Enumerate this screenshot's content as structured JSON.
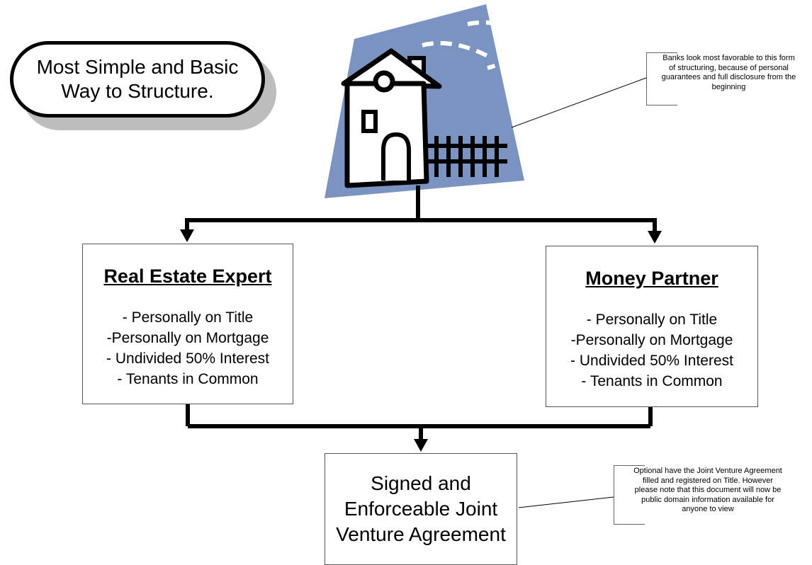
{
  "title": {
    "line1": "Most Simple and Basic",
    "line2": "Way to Structure."
  },
  "bank_note": {
    "line1": "Banks look most favorable to this form",
    "line2": "of structuring, because of personal",
    "line3": "guarantees and full disclosure from the",
    "line4": "beginning"
  },
  "expert_box": {
    "heading": "Real Estate Expert",
    "items": [
      "- Personally on Title",
      "-Personally on Mortgage",
      "- Undivided 50% Interest",
      "- Tenants in Common"
    ]
  },
  "money_box": {
    "heading": "Money Partner",
    "items": [
      "- Personally on Title",
      "-Personally on Mortgage",
      "- Undivided 50% Interest",
      "- Tenants in Common"
    ]
  },
  "agreement_box": {
    "line1": "Signed and",
    "line2": "Enforceable Joint",
    "line3": "Venture Agreement"
  },
  "optional_note": {
    "line1": "Optional have the Joint Venture Agreement",
    "line2": "filled and registered on Title.   However",
    "line3": "please note that this document will now be",
    "line4": "public domain information available for",
    "line5": "anyone to view"
  },
  "colors": {
    "house_backdrop": "#7b93c1",
    "line": "#000000",
    "shadow": "#bdbdbd"
  },
  "icons": [
    "house-icon"
  ]
}
